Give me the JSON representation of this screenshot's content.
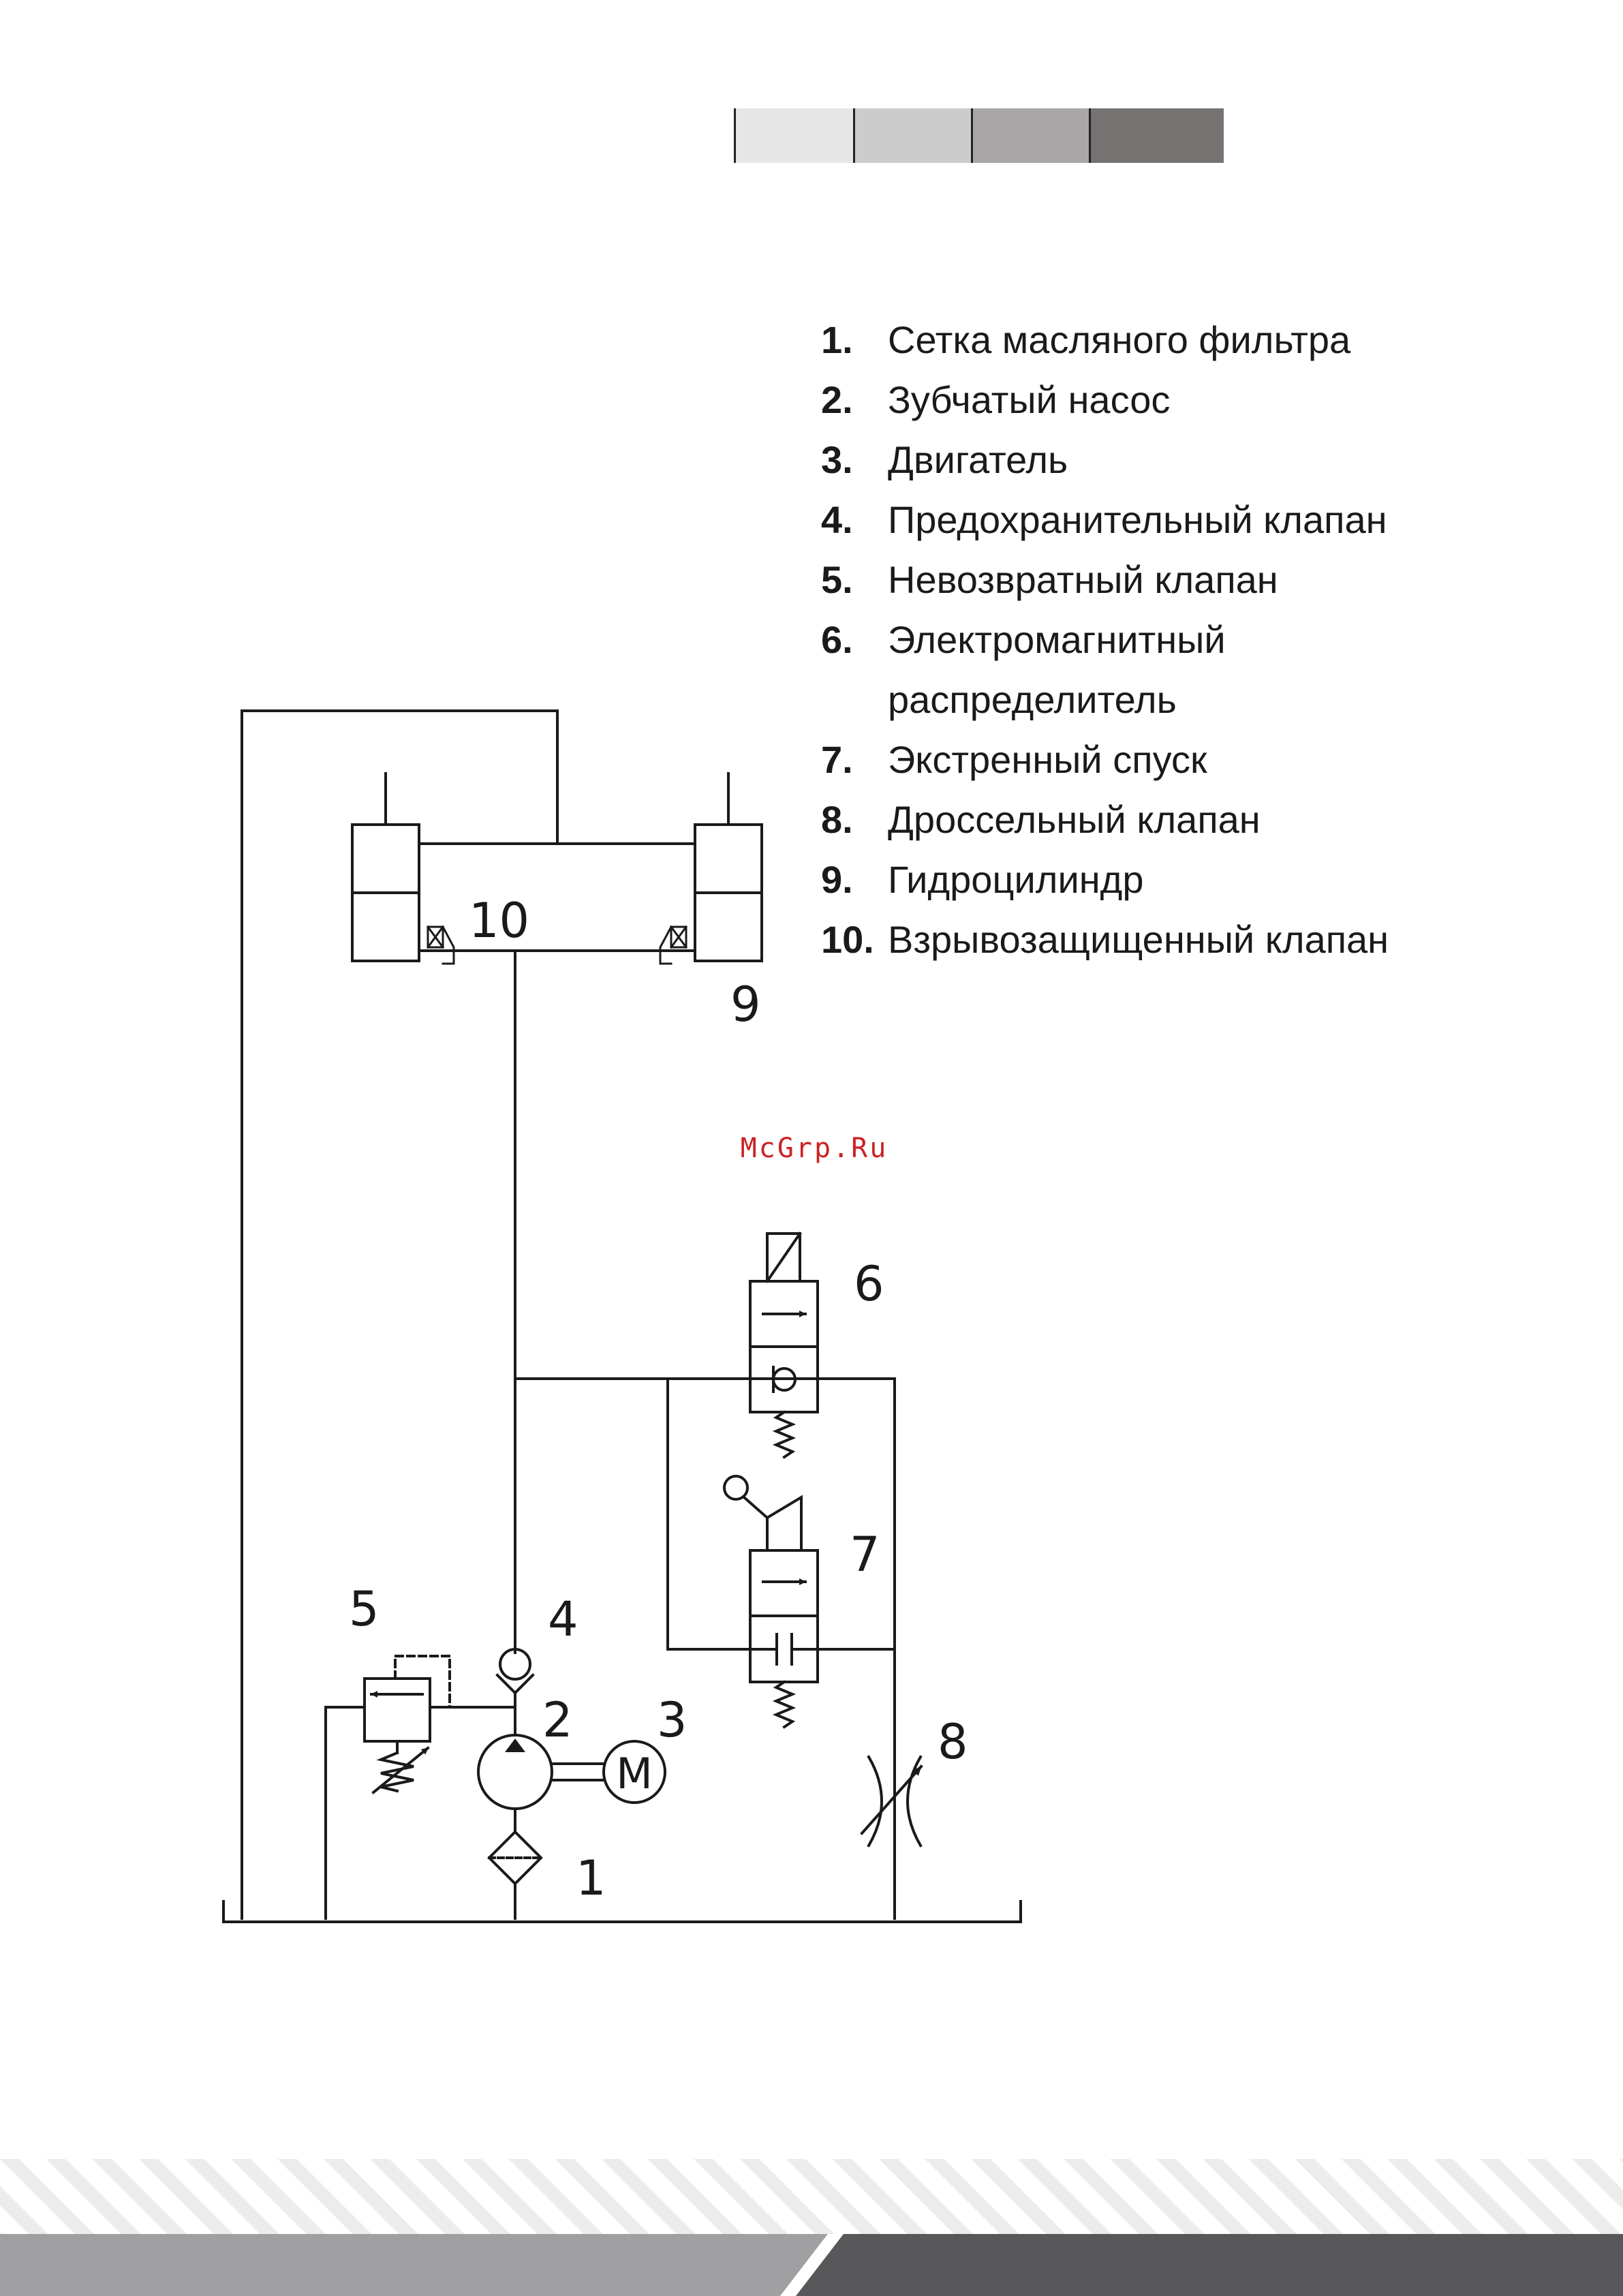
{
  "header": {
    "bar_colors": [
      "#e6e6e6",
      "#cccccc",
      "#a8a6a6",
      "#767272"
    ]
  },
  "legend": [
    {
      "num": "1.",
      "lines": [
        "Сетка масляного фильтра"
      ]
    },
    {
      "num": "2.",
      "lines": [
        "Зубчатый насос"
      ]
    },
    {
      "num": "3.",
      "lines": [
        "Двигатель"
      ]
    },
    {
      "num": "4.",
      "lines": [
        "Предохранительный клапан"
      ]
    },
    {
      "num": "5.",
      "lines": [
        "Невозвратный клапан"
      ]
    },
    {
      "num": "6.",
      "lines": [
        "Электромагнитный",
        "распределитель"
      ]
    },
    {
      "num": "7.",
      "lines": [
        "Экстренный спуск"
      ]
    },
    {
      "num": "8.",
      "lines": [
        "Дроссельный клапан"
      ]
    },
    {
      "num": "9.",
      "lines": [
        "Гидроцилиндр"
      ]
    },
    {
      "num": "10.",
      "lines": [
        "Взрывозащищенный клапан"
      ]
    }
  ],
  "diagram": {
    "labels": {
      "l1": "1",
      "l2": "2",
      "l3": "3",
      "l4": "4",
      "l5": "5",
      "l6": "6",
      "l7": "7",
      "l8": "8",
      "l9": "9",
      "l10": "10"
    },
    "motor_letter": "M"
  },
  "watermark": "McGrp.Ru",
  "colors": {
    "line": "#1a1a1a",
    "watermark": "#cc2222",
    "footer_dark": "#58585a",
    "footer_light": "#a0a0a2"
  }
}
